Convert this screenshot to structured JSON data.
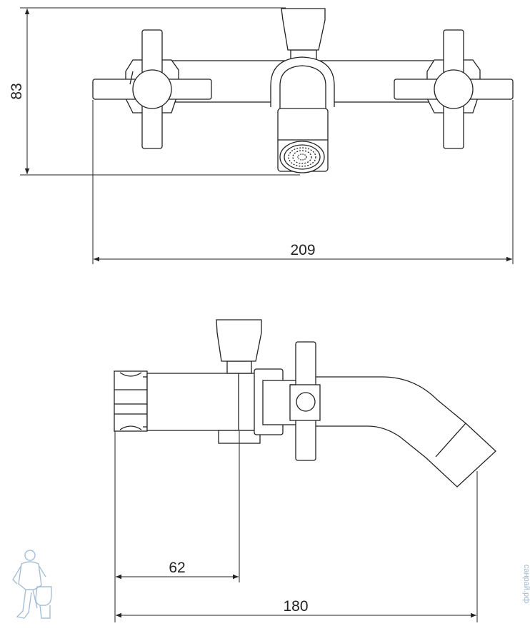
{
  "dimensions": {
    "height_front": "83",
    "width_front": "209",
    "wall_offset": "62",
    "total_projection": "180"
  },
  "watermark": {
    "text": "санрай.рф",
    "color": "#9fb6cc"
  },
  "colors": {
    "line": "#222222",
    "background": "#ffffff"
  }
}
